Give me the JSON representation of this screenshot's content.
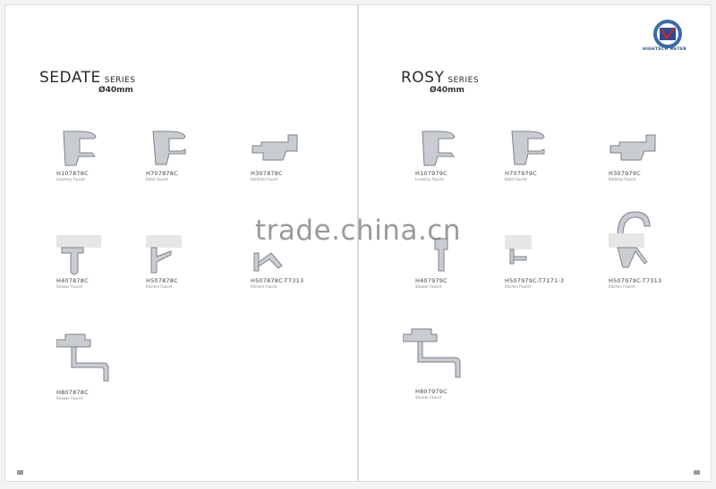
{
  "logo": {
    "brand": "HIGHTECH METER"
  },
  "watermark": "trade.china.cn",
  "left_page": {
    "series": {
      "name": "SEDATE",
      "suffix": "SERIES",
      "diameter": "Ø40mm"
    },
    "products": [
      {
        "code": "H107878C",
        "type": "Lavatory Faucet"
      },
      {
        "code": "H707878C",
        "type": "Bidet Faucet"
      },
      {
        "code": "H307878C",
        "type": "Bathtub Faucet"
      },
      {
        "code": "H407878C",
        "type": "Shower Faucet"
      },
      {
        "code": "H507878C",
        "type": "Kitchen Faucet"
      },
      {
        "code": "H507878C-T7313",
        "type": "Kitchen Faucet"
      },
      {
        "code": "H807878C",
        "type": "Shower Faucet"
      }
    ]
  },
  "right_page": {
    "series": {
      "name": "ROSY",
      "suffix": "SERIES",
      "diameter": "Ø40mm"
    },
    "products": [
      {
        "code": "H107979C",
        "type": "Lavatory Faucet"
      },
      {
        "code": "H707979C",
        "type": "Bidet Faucet"
      },
      {
        "code": "H307979C",
        "type": "Bathtub Faucet"
      },
      {
        "code": "H407979C",
        "type": "Shower Faucet"
      },
      {
        "code": "H507979C-T7171-3",
        "type": "Kitchen Faucet"
      },
      {
        "code": "H507979C-T7313",
        "type": "Kitchen Faucet"
      },
      {
        "code": "H807979C",
        "type": "Shower Faucet"
      }
    ]
  }
}
